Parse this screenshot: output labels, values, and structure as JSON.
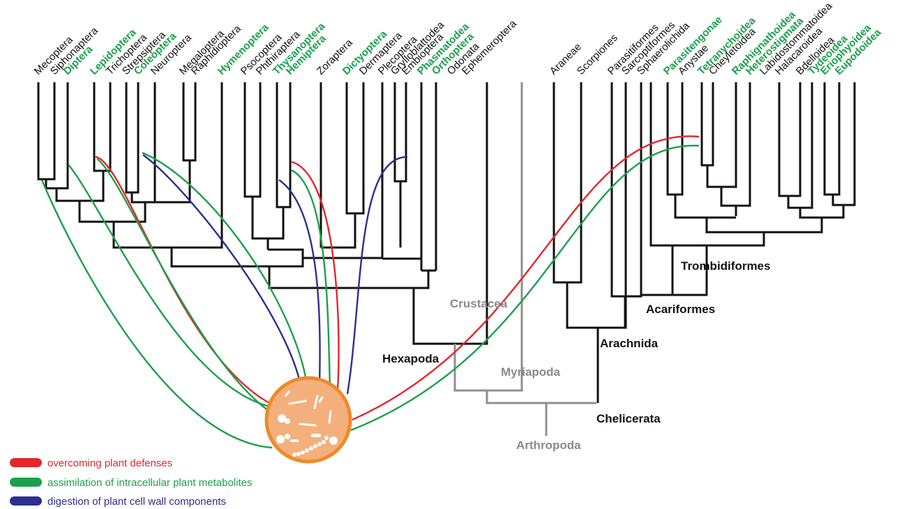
{
  "colors": {
    "tree": "#111111",
    "outgroup_tree": "#8f8f8f",
    "plant_feeder": "#1aa04a",
    "red": "#e3262b",
    "green": "#1aa04a",
    "blue": "#2b2f8e",
    "microbe_fill": "#f4b07c",
    "microbe_stroke": "#ee8a2c"
  },
  "insect_taxa": [
    {
      "label": "Mecoptera",
      "plant": false
    },
    {
      "label": "Siphonaptera",
      "plant": false
    },
    {
      "label": "Diptera",
      "plant": true
    },
    {
      "label": "Lepidoptera",
      "plant": true
    },
    {
      "label": "Trichoptera",
      "plant": false
    },
    {
      "label": "Strepsiptera",
      "plant": false
    },
    {
      "label": "Coleoptera",
      "plant": true
    },
    {
      "label": "Neuroptera",
      "plant": false
    },
    {
      "label": "Megaloptera",
      "plant": false
    },
    {
      "label": "Raphidioptera",
      "plant": false
    },
    {
      "label": "Hymenoptera",
      "plant": true
    },
    {
      "label": "Psocoptera",
      "plant": false
    },
    {
      "label": "Phthiraptera",
      "plant": false
    },
    {
      "label": "Thysanoptera",
      "plant": true
    },
    {
      "label": "Hemiptera",
      "plant": true
    },
    {
      "label": "Zoraptera",
      "plant": false
    },
    {
      "label": "Dictyoptera",
      "plant": true
    },
    {
      "label": "Dermaptera",
      "plant": false
    },
    {
      "label": "Plecoptera",
      "plant": false
    },
    {
      "label": "Grylloblattodea",
      "plant": false
    },
    {
      "label": "Embioptera",
      "plant": false
    },
    {
      "label": "Phasmatodea",
      "plant": true
    },
    {
      "label": "Orthoptera",
      "plant": true
    },
    {
      "label": "Odonata",
      "plant": false
    },
    {
      "label": "Ephemeroptera",
      "plant": false
    }
  ],
  "chelicerate_taxa": [
    {
      "label": "Araneae",
      "plant": false
    },
    {
      "label": "Scorpiones",
      "plant": false
    },
    {
      "label": "Parasitiformes",
      "plant": false
    },
    {
      "label": "Sarcoptiformes",
      "plant": false
    },
    {
      "label": "Sphaerolichida",
      "plant": false
    },
    {
      "label": "Parasitengonae",
      "plant": true
    },
    {
      "label": "Anystae",
      "plant": false
    },
    {
      "label": "Tetranychoidea",
      "plant": true
    },
    {
      "label": "Cheyletoidea",
      "plant": false
    },
    {
      "label": "Raphignathoidea",
      "plant": true
    },
    {
      "label": "Heterostigmata",
      "plant": true
    },
    {
      "label": "Labidostommatoidea",
      "plant": false
    },
    {
      "label": "Halacaroidea",
      "plant": false
    },
    {
      "label": "Bdelloidea",
      "plant": false
    },
    {
      "label": "Tydeoidea",
      "plant": true
    },
    {
      "label": "Eriophyoidea",
      "plant": true
    },
    {
      "label": "Eupodoidea",
      "plant": true
    }
  ],
  "clades": {
    "hexapoda": "Hexapoda",
    "crustacea": "Crustacea",
    "myriapoda": "Myriapoda",
    "arthropoda": "Arthropoda",
    "chelicerata": "Chelicerata",
    "arachnida": "Arachnida",
    "acariformes": "Acariformes",
    "trombidiformes": "Trombidiformes"
  },
  "legend": [
    {
      "label": "overcoming plant defenses",
      "color": "#e3262b"
    },
    {
      "label": "assimilation of intracellular plant metabolites",
      "color": "#1aa04a"
    },
    {
      "label": "digestion of plant cell wall components",
      "color": "#2b2f8e"
    }
  ]
}
